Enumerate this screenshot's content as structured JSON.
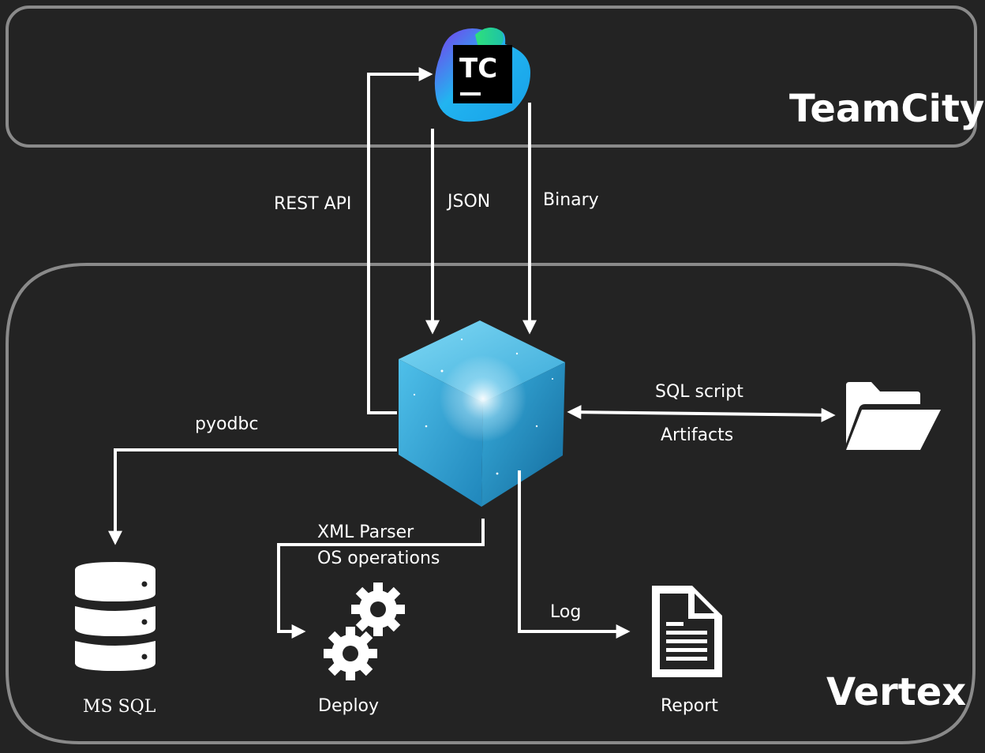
{
  "regions": {
    "teamcity_title": "TeamCity",
    "vertex_title": "Vertex"
  },
  "teamcity_logo": {
    "text": "TC"
  },
  "edges": {
    "rest_api": "REST API",
    "json": "JSON",
    "binary": "Binary",
    "pyodbc": "pyodbc",
    "sql_script": "SQL script",
    "artifacts": "Artifacts",
    "xml_parser": "XML Parser",
    "os_operations": "OS operations",
    "log": "Log"
  },
  "nodes": {
    "ms_sql": "MS SQL",
    "deploy": "Deploy",
    "report": "Report"
  },
  "icons": {
    "central": "crystal-cube-icon",
    "teamcity": "teamcity-logo-icon",
    "database": "database-icon",
    "gears": "gears-icon",
    "document": "document-icon",
    "folder": "folder-open-icon"
  },
  "colors": {
    "background": "#232323",
    "panel_border": "#8a8a8a",
    "arrow": "#ffffff",
    "cube": "#5ec8ea"
  }
}
